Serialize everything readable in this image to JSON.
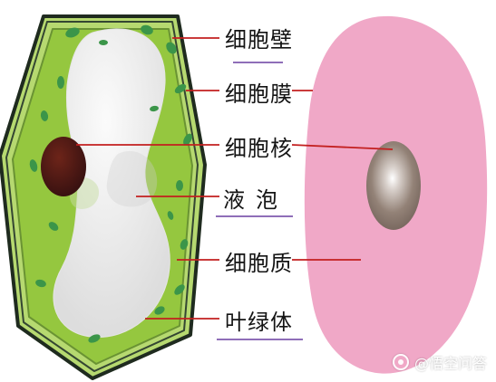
{
  "labels": {
    "cell_wall": "细胞壁",
    "cell_membrane": "细胞膜",
    "nucleus": "细胞核",
    "vacuole": "液泡",
    "cytoplasm": "细胞质",
    "chloroplast": "叶绿体"
  },
  "watermark": {
    "text": "@悟空问答"
  },
  "colors": {
    "plant_cytoplasm": "#95c73f",
    "plant_wall_fill": "#b6d970",
    "wall_border": "#1f2b1f",
    "chloroplast": "#3b9549",
    "vacuole": "#eeeeee",
    "nucleus_plant": "#4b1712",
    "animal_cell": "#f0a8c7",
    "animal_nucleus": "#8a6f64",
    "pointer_line": "#c31f1f",
    "underline": "#6a3ea0"
  }
}
